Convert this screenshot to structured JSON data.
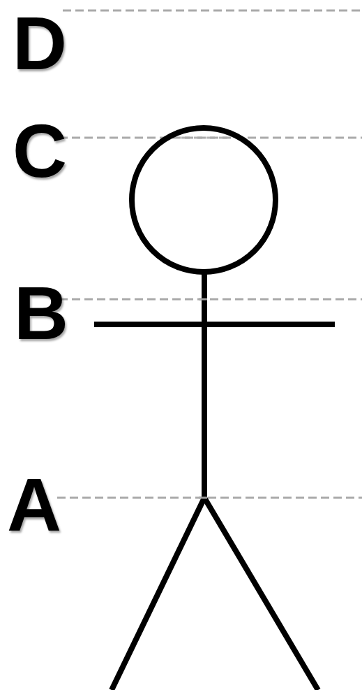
{
  "diagram": {
    "labels": [
      "D",
      "C",
      "B",
      "A"
    ]
  }
}
